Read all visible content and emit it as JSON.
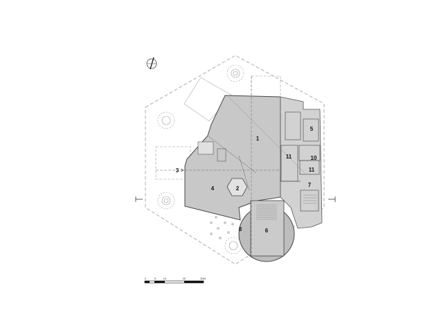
{
  "plan": {
    "rooms": [
      {
        "label": "1"
      },
      {
        "label": "2"
      },
      {
        "label": "3"
      },
      {
        "label": "4"
      },
      {
        "label": "5"
      },
      {
        "label": "6"
      },
      {
        "label": "7"
      },
      {
        "label": "8"
      },
      {
        "label": "10"
      },
      {
        "label": "11"
      },
      {
        "label": "11"
      }
    ],
    "scale_bar": {
      "ticks": [
        "0",
        "5",
        "10",
        "20",
        "30M"
      ]
    },
    "colors": {
      "floor": "#c8c8c8",
      "lines": "#555555",
      "site": "#9a9a9a"
    }
  }
}
